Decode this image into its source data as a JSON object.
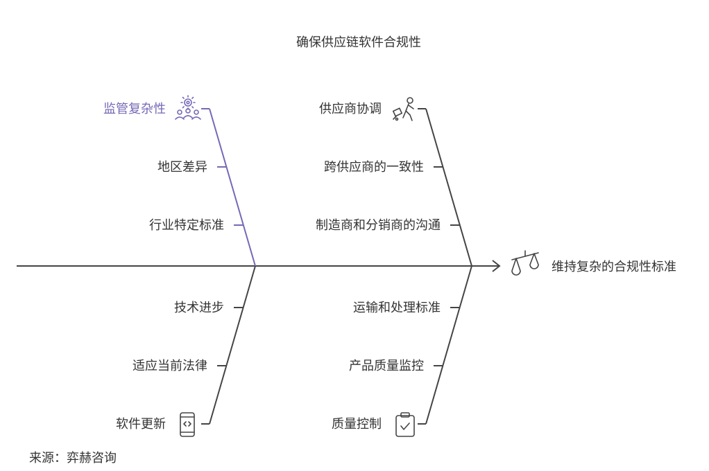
{
  "title": "确保供应链软件合规性",
  "effect": {
    "label": "维持复杂的合规性标准",
    "icon": "balance-scale-icon"
  },
  "branches": {
    "top_left": {
      "label": "监管复杂性",
      "icon": "gear-people-icon",
      "highlight": true,
      "items": [
        "地区差异",
        "行业特定标准"
      ]
    },
    "top_right": {
      "label": "供应商协调",
      "icon": "delivery-person-icon",
      "items": [
        "跨供应商的一致性",
        "制造商和分销商的沟通"
      ]
    },
    "bottom_left": {
      "label": "软件更新",
      "icon": "mobile-code-icon",
      "items": [
        "技术进步",
        "适应当前法律"
      ]
    },
    "bottom_right": {
      "label": "质量控制",
      "icon": "clipboard-check-icon",
      "items": [
        "运输和处理标准",
        "产品质量监控"
      ]
    }
  },
  "source": "来源：弈赫咨询",
  "colors": {
    "highlight": "#7469b6",
    "line": "#444444",
    "text": "#333333"
  }
}
